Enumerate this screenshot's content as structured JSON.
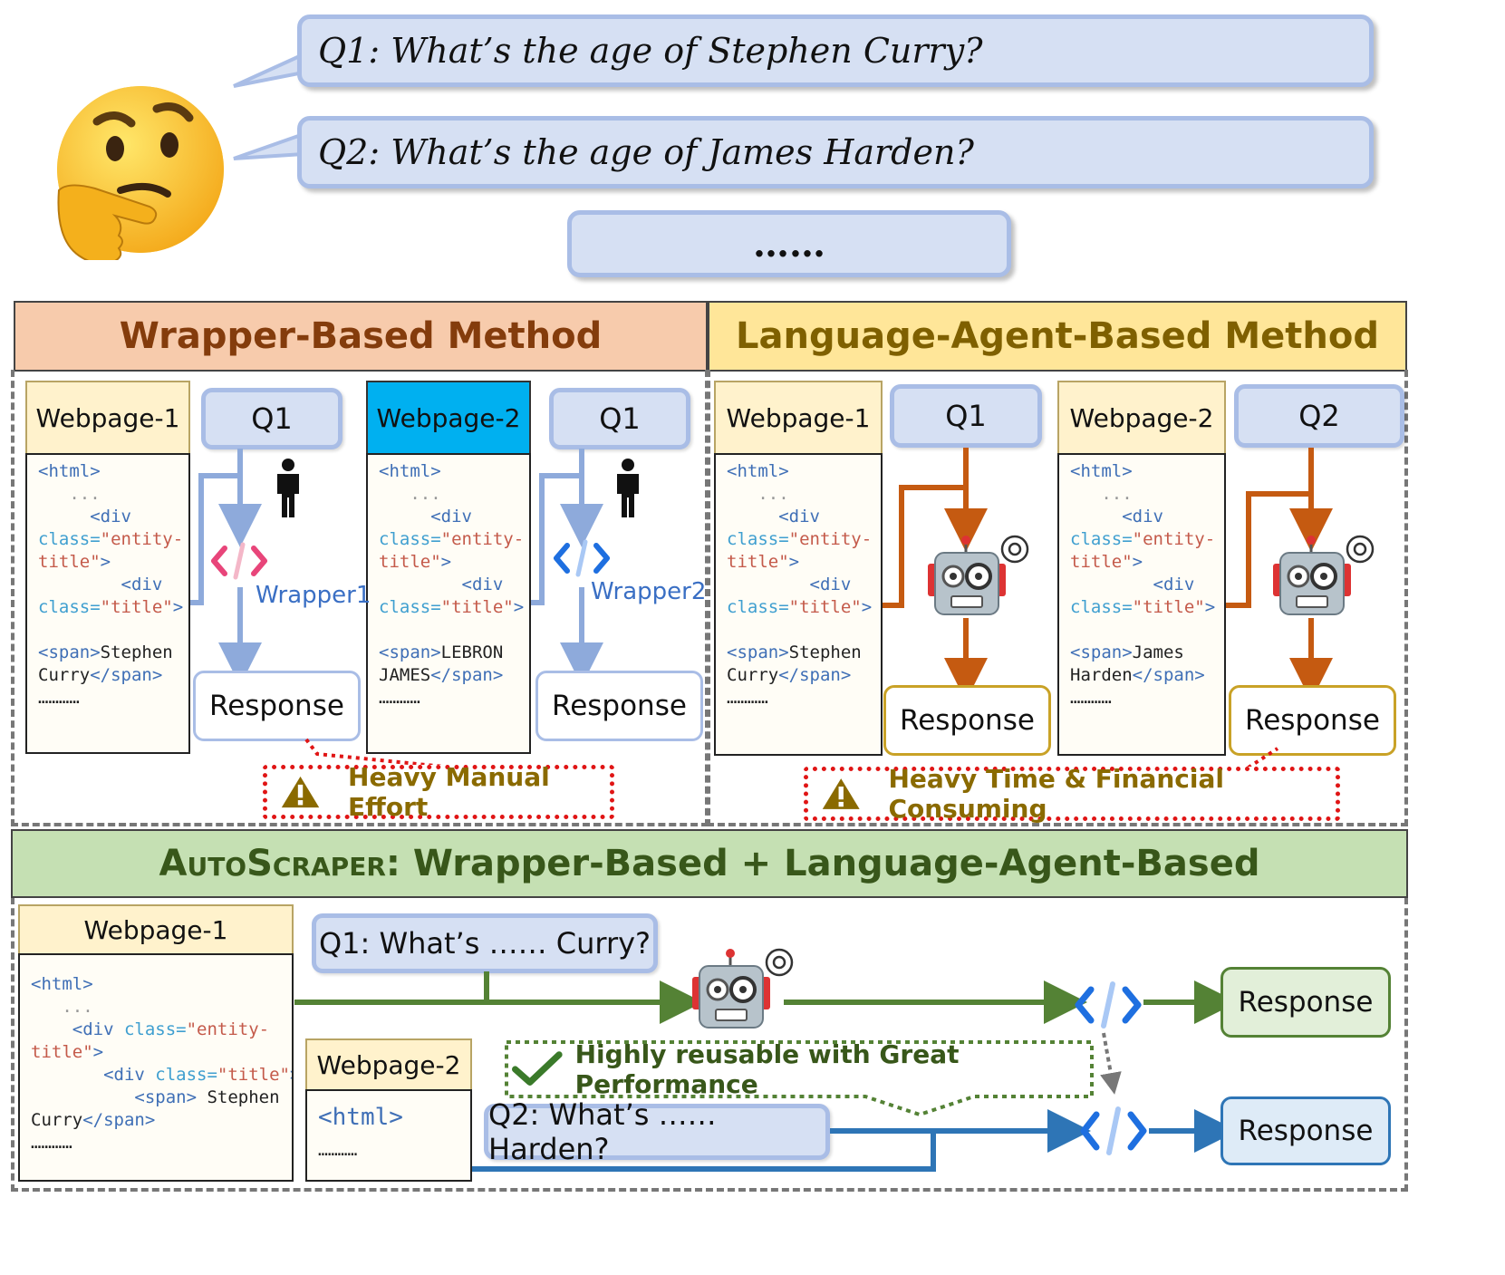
{
  "questions": {
    "q1": "Q1: What’s the age of Stephen Curry?",
    "q2": "Q2: What’s the age of James Harden?",
    "more": "……"
  },
  "wrapper_section": {
    "title": "Wrapper-Based Method",
    "webpage1": "Webpage-1",
    "webpage2": "Webpage-2",
    "q1a": "Q1",
    "q1b": "Q1",
    "wrapper1": "Wrapper1",
    "wrapper2": "Wrapper2",
    "response": "Response",
    "warning": "Heavy Manual Effort"
  },
  "agent_section": {
    "title": "Language-Agent-Based Method",
    "webpage1": "Webpage-1",
    "webpage2": "Webpage-2",
    "q1": "Q1",
    "q2": "Q2",
    "response": "Response",
    "warning": "Heavy Time & Financial Consuming"
  },
  "autoscraper_section": {
    "title_prefix": "AutoScraper:",
    "title_rest": " Wrapper-Based + Language-Agent-Based",
    "webpage1": "Webpage-1",
    "webpage2": "Webpage-2",
    "q1": "Q1: What’s …… Curry?",
    "q2": "Q2: What’s …… Harden?",
    "response": "Response",
    "note": "Highly reusable with Great Performance"
  },
  "code_snippets": {
    "html_tag": "<html>",
    "dots": "...",
    "name_curry_1": "Stephen",
    "name_curry_2": "Curry",
    "name_lebron_1": "LEBRON",
    "name_lebron_2": "JAMES",
    "name_harden_1": "James",
    "name_harden_2": "Harden",
    "ellipsis": "…………"
  },
  "colors": {
    "wrapper_header": "#f7cbac",
    "agent_header": "#ffe699",
    "autoscraper_header": "#c5e0b3",
    "blue_arrow": "#8eaadb",
    "orange_arrow": "#c55a11",
    "green_arrow": "#548235",
    "dark_blue_arrow": "#2e75b6",
    "highlight_webpage": "#00b0f0"
  }
}
